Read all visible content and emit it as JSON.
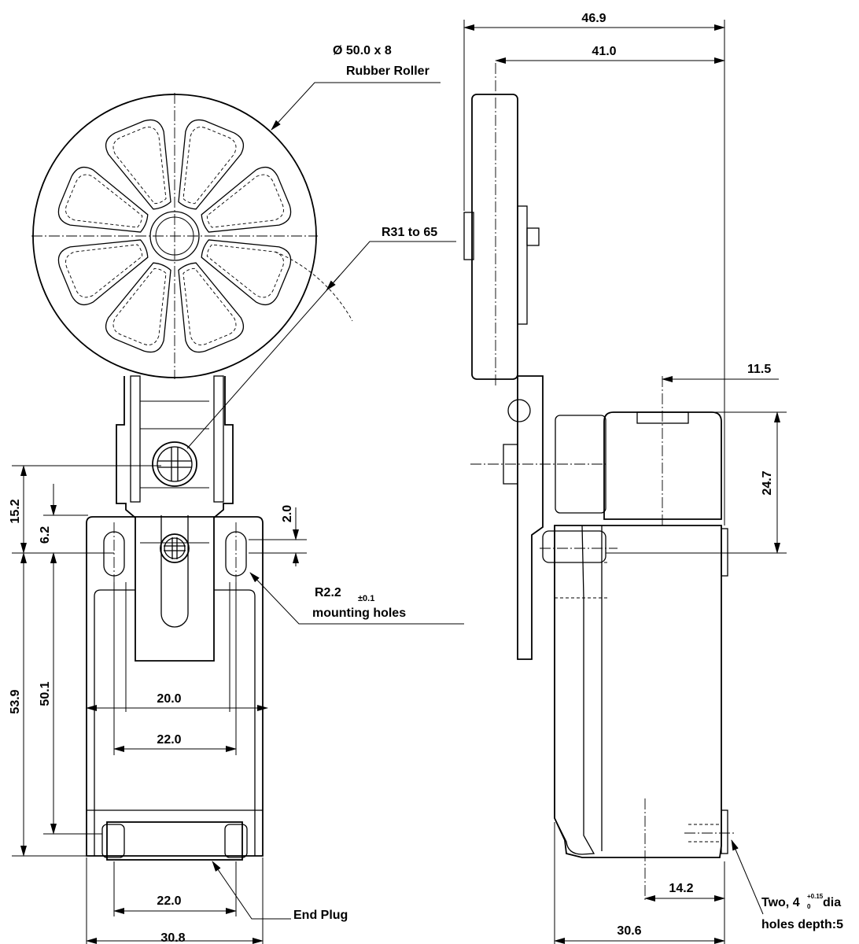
{
  "drawing": {
    "top_view": {
      "roller_label_line1": "Ø  50.0   x 8",
      "roller_label_line2": "Rubber Roller",
      "radius_label": "R31 to 65",
      "dim_15_2": "15.2",
      "dim_6_2": "6.2",
      "dim_2_0": "2.0",
      "hole_label_main": "R2.2",
      "hole_label_tol": "±0.1",
      "hole_label_line2": "mounting holes",
      "dim_53_9": "53.9",
      "dim_50_1": "50.1",
      "dim_20_0": "20.0",
      "dim_22_0_upper": "22.0",
      "dim_22_0_lower": "22.0",
      "dim_30_8": "30.8",
      "end_plug_label": "End Plug"
    },
    "side_view": {
      "dim_46_9": "46.9",
      "dim_41_0": "41.0",
      "dim_11_5": "11.5",
      "dim_24_7": "24.7",
      "dim_14_2": "14.2",
      "dim_30_6": "30.6",
      "holes_label_prefix": "Two, 4",
      "holes_tol_upper": "+0.15",
      "holes_tol_lower": "0",
      "holes_label_suffix": " dia",
      "holes_label_line2": "holes depth:5"
    }
  }
}
